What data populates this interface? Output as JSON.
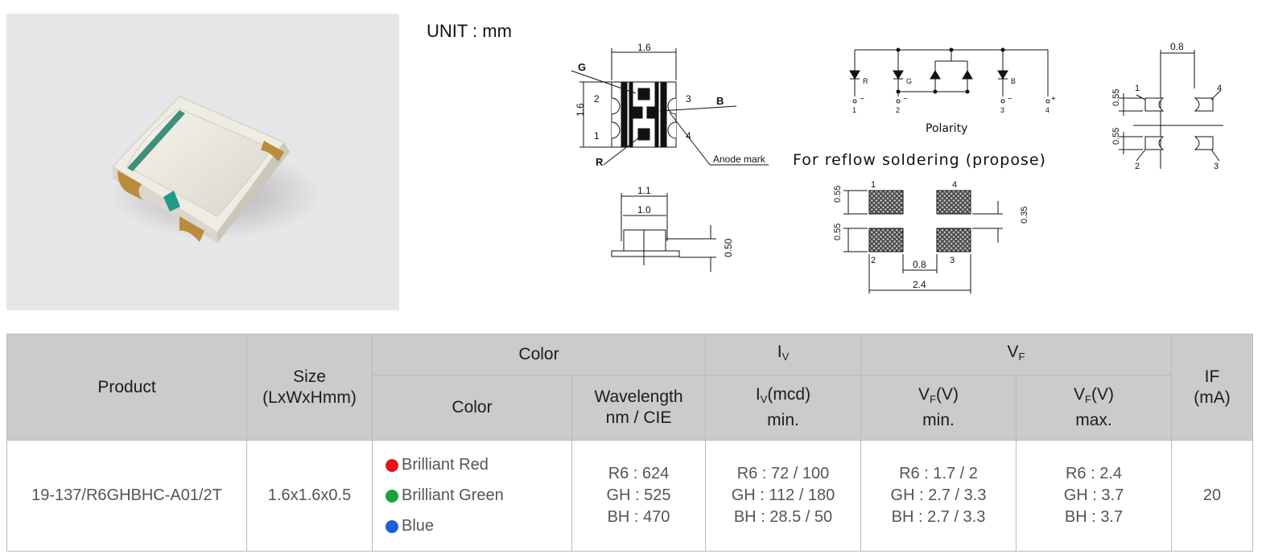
{
  "unit_label": "UNIT : mm",
  "diagram": {
    "top_view": {
      "width": "1.6",
      "height": "1.6",
      "pin_g": "G",
      "pin_b": "B",
      "pin_r": "R",
      "pin1": "1",
      "pin2": "2",
      "pin3": "3",
      "pin4": "4",
      "anode_mark": "Anode mark"
    },
    "side_view": {
      "outer": "1.1",
      "inner": "1.0",
      "height": "0.50"
    },
    "circuit": {
      "polarity": "Polarity",
      "r": "R",
      "g": "G",
      "b": "B",
      "n1": "1",
      "n2": "2",
      "n3": "3",
      "n4": "4",
      "minus": "−",
      "plus": "+"
    },
    "reflow_title": "For reflow soldering (propose)",
    "pads": {
      "p1": "1",
      "p2": "2",
      "p3": "3",
      "p4": "4",
      "h1": "0.55",
      "h2": "0.55",
      "gap": "0.35",
      "inner": "0.8",
      "total": "2.4"
    },
    "bottom_view": {
      "width": "0.8",
      "h1": "0.55",
      "h2": "0.55",
      "p1": "1",
      "p2": "2",
      "p3": "3",
      "p4": "4"
    }
  },
  "table": {
    "headers": {
      "product": "Product",
      "size_line1": "Size",
      "size_line2": "(LxWxHmm)",
      "color_group": "Color",
      "iv_main": "I",
      "iv_sub": "V",
      "vf_main": "V",
      "vf_sub": "F",
      "if_line1": "IF",
      "if_line2": "(mA)",
      "color": "Color",
      "wavelength_line1": "Wavelength",
      "wavelength_line2": "nm / CIE",
      "iv_mcd_main": "I",
      "iv_mcd_sub": "V",
      "iv_mcd_unit": "(mcd)",
      "iv_min": "min.",
      "vf_min_main": "V",
      "vf_min_sub": "F",
      "vf_min_unit": "(V)",
      "vf_min_label": "min.",
      "vf_max_main": "V",
      "vf_max_sub": "F",
      "vf_max_unit": "(V)",
      "vf_max_label": "max."
    },
    "row": {
      "product": "19-137/R6GHBHC-A01/2T",
      "size": "1.6x1.6x0.5",
      "colors": [
        {
          "name": "Brilliant Red",
          "dot": "#e5141b"
        },
        {
          "name": "Brilliant Green",
          "dot": "#18a43c"
        },
        {
          "name": "Blue",
          "dot": "#1a5fd6"
        }
      ],
      "wavelength": [
        "R6 : 624",
        "GH : 525",
        "BH : 470"
      ],
      "iv": [
        "R6 : 72 / 100",
        "GH : 112 / 180",
        "BH : 28.5 / 50"
      ],
      "vf_min": [
        "R6 : 1.7 / 2",
        "GH : 2.7 / 3.3",
        "BH : 2.7 / 3.3"
      ],
      "vf_max": [
        "R6 : 2.4",
        "GH : 3.7",
        "BH : 3.7"
      ],
      "if": "20"
    }
  }
}
